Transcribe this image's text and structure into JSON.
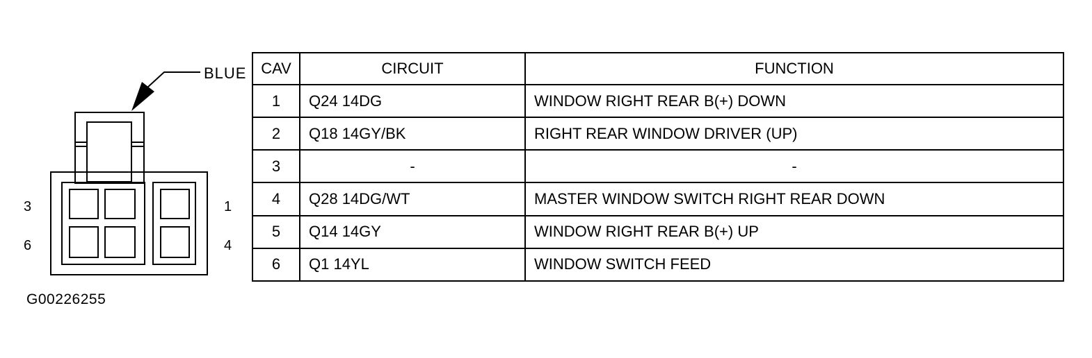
{
  "connector": {
    "color_label": "BLUE",
    "pin_labels": {
      "left_top": "3",
      "left_bottom": "6",
      "right_top": "1",
      "right_bottom": "4"
    }
  },
  "figure_id": "G00226255",
  "table": {
    "headers": {
      "cav": "CAV",
      "circuit": "CIRCUIT",
      "function": "FUNCTION"
    },
    "rows": [
      {
        "cav": "1",
        "circuit": "Q24 14DG",
        "function": "WINDOW RIGHT REAR B(+) DOWN"
      },
      {
        "cav": "2",
        "circuit": "Q18 14GY/BK",
        "function": "RIGHT REAR WINDOW DRIVER (UP)"
      },
      {
        "cav": "3",
        "circuit": "-",
        "function": "-"
      },
      {
        "cav": "4",
        "circuit": "Q28 14DG/WT",
        "function": "MASTER WINDOW SWITCH RIGHT REAR DOWN"
      },
      {
        "cav": "5",
        "circuit": "Q14 14GY",
        "function": "WINDOW RIGHT REAR B(+) UP"
      },
      {
        "cav": "6",
        "circuit": "Q1 14YL",
        "function": "WINDOW SWITCH FEED"
      }
    ]
  }
}
